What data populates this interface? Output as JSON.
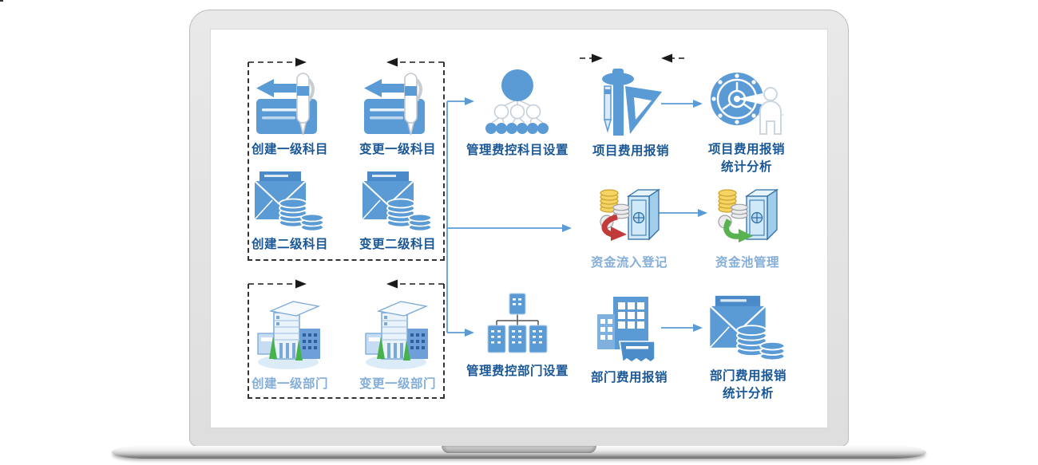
{
  "colors": {
    "primary_blue": "#5b9bd5",
    "label_dark": "#1a5796",
    "label_muted": "#84aed8",
    "dashed_box": "#333333",
    "connector_blue": "#5b9bd5",
    "inflow_arrow_red": "#c23b3b",
    "pool_arrow_green": "#58b24f"
  },
  "nodes": {
    "create_subject_l1": {
      "label": "创建一级科目",
      "icon": "card-pen-icon"
    },
    "change_subject_l1": {
      "label": "变更一级科目",
      "icon": "card-pen-icon"
    },
    "create_subject_l2": {
      "label": "创建二级科目",
      "icon": "envelope-coins-icon"
    },
    "change_subject_l2": {
      "label": "变更二级科目",
      "icon": "envelope-coins-icon"
    },
    "subject_settings": {
      "label": "管理费控科目设置",
      "icon": "org-tree-icon"
    },
    "project_expense": {
      "label": "项目费用报销",
      "icon": "caliper-ruler-icon"
    },
    "project_expense_stats": {
      "label_line1": "项目费用报销",
      "label_line2": "统计分析",
      "icon": "vault-person-icon"
    },
    "fund_inflow": {
      "label": "资金流入登记",
      "icon": "coins-safe-red-arrow-icon"
    },
    "fund_pool": {
      "label": "资金池管理",
      "icon": "coins-safe-green-arrow-icon"
    },
    "create_dept_l1": {
      "label": "创建一级部门",
      "icon": "building-3d-icon"
    },
    "change_dept_l1": {
      "label": "变更一级部门",
      "icon": "building-3d-icon"
    },
    "dept_settings": {
      "label": "管理费控部门设置",
      "icon": "building-org-tree-icon"
    },
    "dept_expense": {
      "label": "部门费用报销",
      "icon": "buildings-receipt-icon"
    },
    "dept_expense_stats": {
      "label_line1": "部门费用报销",
      "label_line2": "统计分析",
      "icon": "envelope-coins-icon"
    }
  }
}
